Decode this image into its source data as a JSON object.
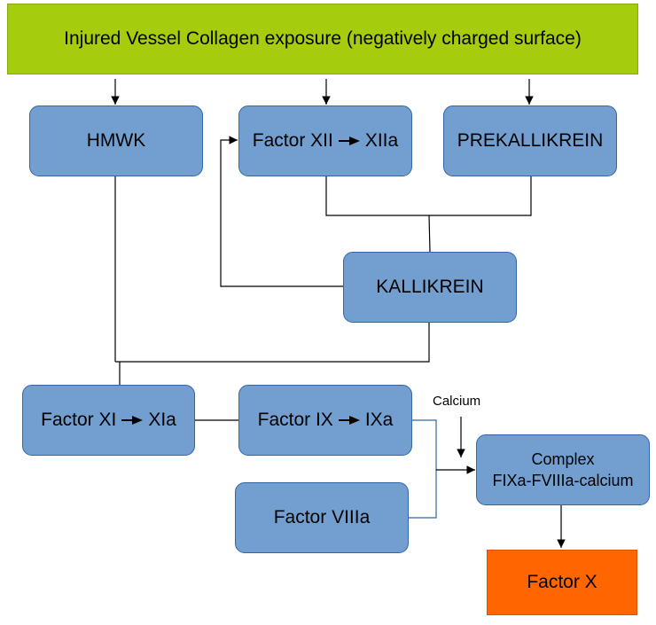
{
  "top_banner": "Injured Vessel Collagen exposure (negatively charged surface)",
  "nodes": {
    "hmwk": "HMWK",
    "factor_xii": {
      "from": "Factor XII",
      "to": "XIIa"
    },
    "prekallikrein": "PREKALLIKREIN",
    "kallikrein": "KALLIKREIN",
    "factor_xi": {
      "from": "Factor XI",
      "to": "XIa"
    },
    "factor_ix": {
      "from": "Factor IX",
      "to": "IXa"
    },
    "factor_viiia": "Factor VIIIa",
    "complex": {
      "line1": "Complex",
      "line2": "FIXa-FVIIIa-calcium"
    },
    "factor_x": "Factor X"
  },
  "calcium_label": "Calcium",
  "colors": {
    "banner": "#a6cc0e",
    "node_fill": "#729fcf",
    "node_border": "#3465a4",
    "factor_x_fill": "#ff6600",
    "connector_ix": "#3465a4"
  }
}
